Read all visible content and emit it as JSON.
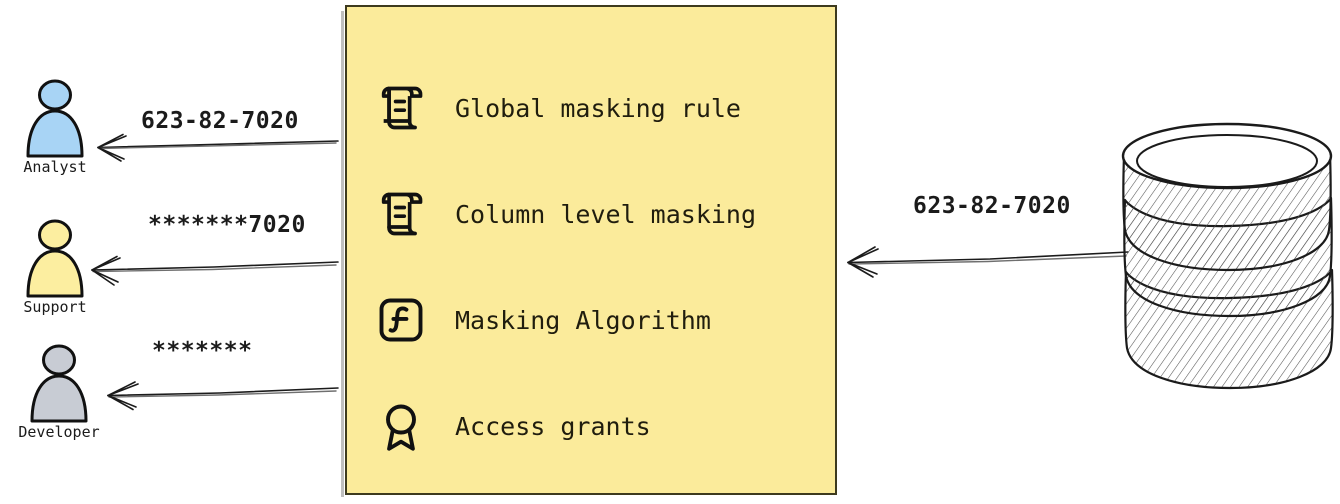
{
  "diagram": {
    "type": "data-masking-flow",
    "background_color": "#ffffff",
    "panel_color": "#fbeb9b",
    "panel_border_color": "#3d3a1e"
  },
  "actors": [
    {
      "id": "analyst",
      "label": "Analyst",
      "icon": "person-icon",
      "color": "#a8d4f5",
      "flow_label": "623-82-7020",
      "arrow": "arrow-left-icon"
    },
    {
      "id": "support",
      "label": "Support",
      "icon": "person-icon",
      "color": "#fceea0",
      "flow_label": "*******7020",
      "arrow": "arrow-left-icon"
    },
    {
      "id": "developer",
      "label": "Developer",
      "icon": "person-icon",
      "color": "#c8ccd4",
      "flow_label": "*******",
      "arrow": "arrow-left-icon"
    }
  ],
  "policy_panel": {
    "items": [
      {
        "icon": "scroll-document-icon",
        "label": "Global masking rule"
      },
      {
        "icon": "scroll-document-icon",
        "label": "Column level masking"
      },
      {
        "icon": "function-box-icon",
        "label": "Masking Algorithm"
      },
      {
        "icon": "award-ribbon-icon",
        "label": "Access grants"
      }
    ]
  },
  "source": {
    "icon": "database-cylinder-icon",
    "flow_label": "623-82-7020",
    "arrow": "arrow-left-icon"
  }
}
